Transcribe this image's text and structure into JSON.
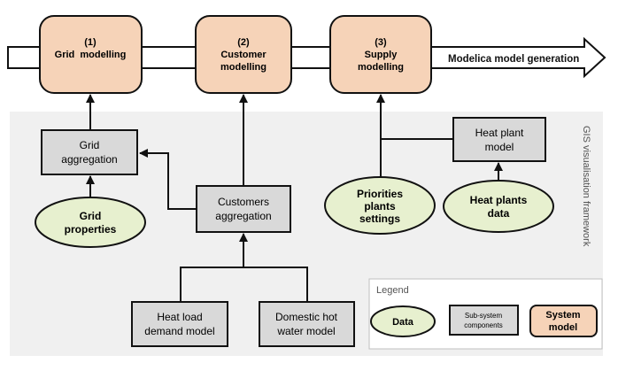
{
  "arrow_label": "Modelica model generation",
  "system_models": [
    {
      "number": "(1)",
      "line1": "Grid  modelling",
      "line2": ""
    },
    {
      "number": "(2)",
      "line1": "Customer",
      "line2": "modelling"
    },
    {
      "number": "(3)",
      "line1": "Supply",
      "line2": "modelling"
    }
  ],
  "components": {
    "grid_aggregation": [
      "Grid",
      "aggregation"
    ],
    "customers_aggregation": [
      "Customers",
      "aggregation"
    ],
    "heat_plant_model": [
      "Heat plant",
      "model"
    ],
    "heat_load_demand_model": [
      "Heat load",
      "demand model"
    ],
    "domestic_hot_water_model": [
      "Domestic hot",
      "water model"
    ]
  },
  "data_nodes": {
    "grid_properties": [
      "Grid",
      "properties"
    ],
    "priorities_plants_settings": [
      "Priorities",
      "plants",
      "settings"
    ],
    "heat_plants_data": [
      "Heat plants",
      "data"
    ]
  },
  "framework_label": "GIS visualisation framework",
  "legend": {
    "title": "Legend",
    "data": "Data",
    "subsystem": [
      "Sub-system",
      "components"
    ],
    "system": [
      "System",
      "model"
    ]
  },
  "colors": {
    "system_fill": "#f6d3b8",
    "component_fill": "#d9d9d9",
    "data_fill": "#e7f0cf",
    "framework_bg": "#f0f0f0"
  }
}
